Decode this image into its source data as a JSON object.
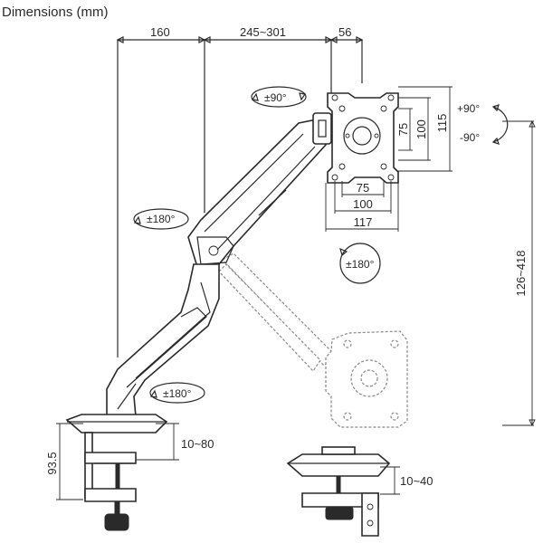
{
  "title": "Dimensions (mm)",
  "dimensions": {
    "top_a": "160",
    "top_b": "245~301",
    "top_c": "56",
    "vesa_v_75": "75",
    "vesa_v_100": "100",
    "vesa_v_115": "115",
    "vesa_h_75": "75",
    "vesa_h_100": "100",
    "vesa_h_117": "117",
    "height_range": "126~418",
    "clamp_range": "10~80",
    "base_height": "93.5",
    "grommet_range": "10~40"
  },
  "rotations": {
    "tilt_up": "+90°",
    "tilt_down": "-90°",
    "head_swivel": "±90°",
    "upper_arm": "±180°",
    "plate_rotate": "±180°",
    "base_rotate": "±180°"
  }
}
